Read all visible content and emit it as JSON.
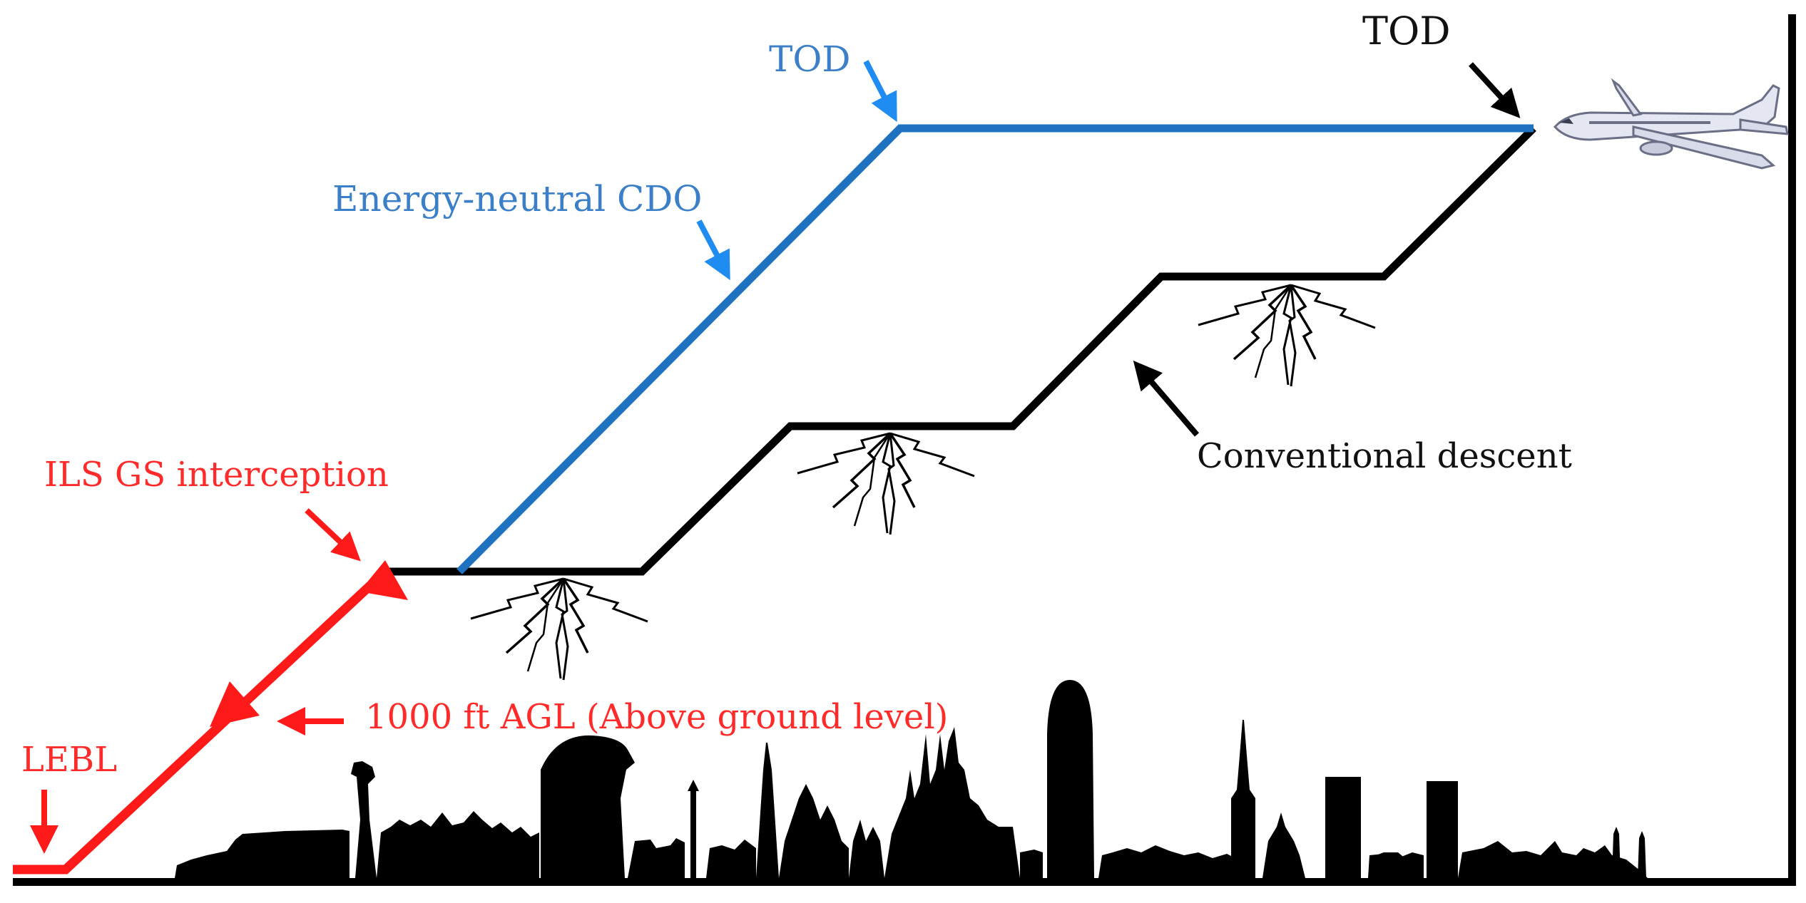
{
  "labels": {
    "tod_cdo": "TOD",
    "tod_conventional": "TOD",
    "energy_neutral_cdo": "Energy-neutral CDO",
    "conventional_descent": "Conventional descent",
    "ils_gs_interception": "ILS GS interception",
    "agl_1000ft": "1000 ft AGL (Above ground level)",
    "airport": "LEBL"
  },
  "colors": {
    "cdo_path": "#1f72c0",
    "cdo_label": "#3b7fc8",
    "cdo_arrow": "#1e8cf0",
    "conventional_path": "#000000",
    "ils_path": "#ff1a1a",
    "ils_label": "#ff2a2a",
    "skyline": "#000000",
    "aircraft_body": "#e4e6f2",
    "aircraft_outline": "#6b6f86"
  },
  "icons": {
    "aircraft": "airplane-icon",
    "noise": "noise-burst-icon",
    "skyline": "barcelona-skyline"
  }
}
